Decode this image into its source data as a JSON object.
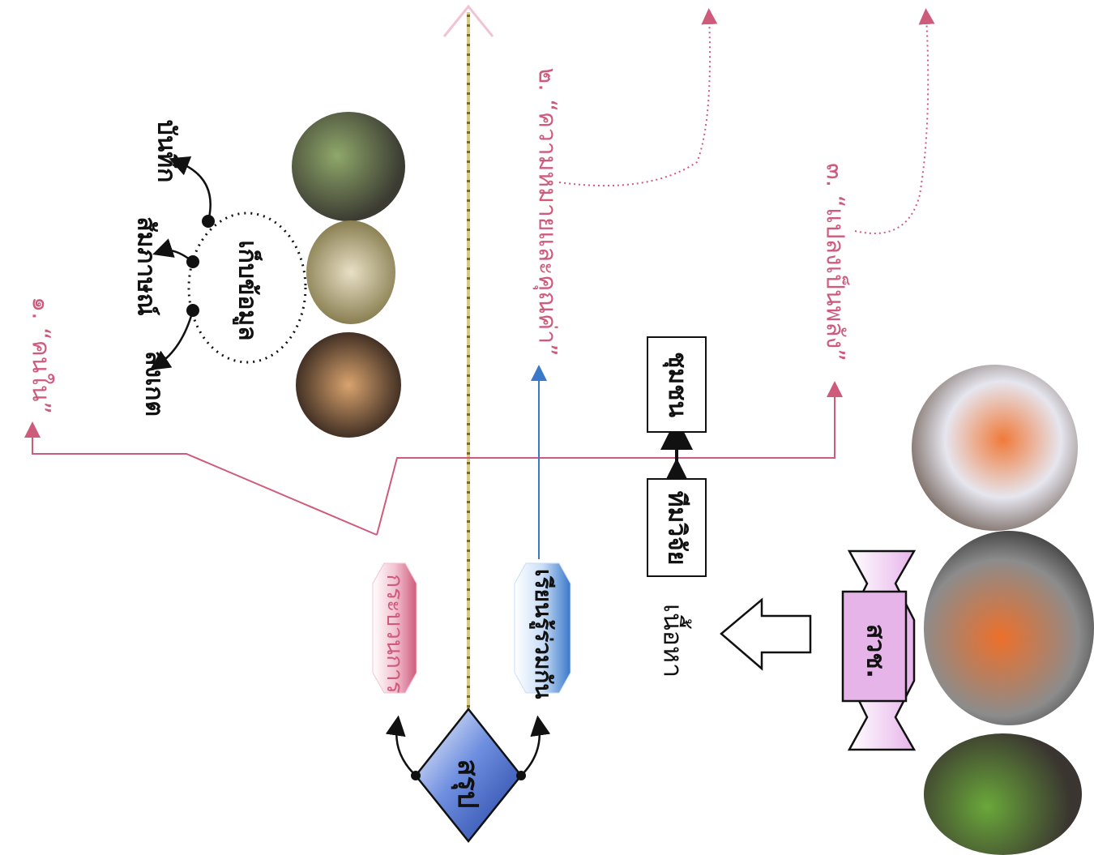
{
  "diagram": {
    "center_label": "สรุป",
    "process_banner": "กระบวนการ",
    "learning_banner": "เรียนรู้ร่วมกัน",
    "collect_data": "เก็บข้อมูล",
    "observe": "สังเกต",
    "interview": "สัมภาษณ์",
    "record": "บันทึก",
    "step1": "๑. “คนใน”",
    "step2": "๒. “ความหมายและคุณค่า”",
    "step3": "๓. “แปลงเป็นพลัง”",
    "research_team": "ทีมวิจัย",
    "community": "ชุมชน",
    "content": "เนื้อหา",
    "scroll_label": "สวช."
  },
  "colors": {
    "pink": "#cf5b7c",
    "pink_light": "#f2c4d2",
    "blue": "#3a78c9",
    "blue_light": "#c9def7",
    "dashed_line": "#c9b85a",
    "black": "#111111"
  }
}
